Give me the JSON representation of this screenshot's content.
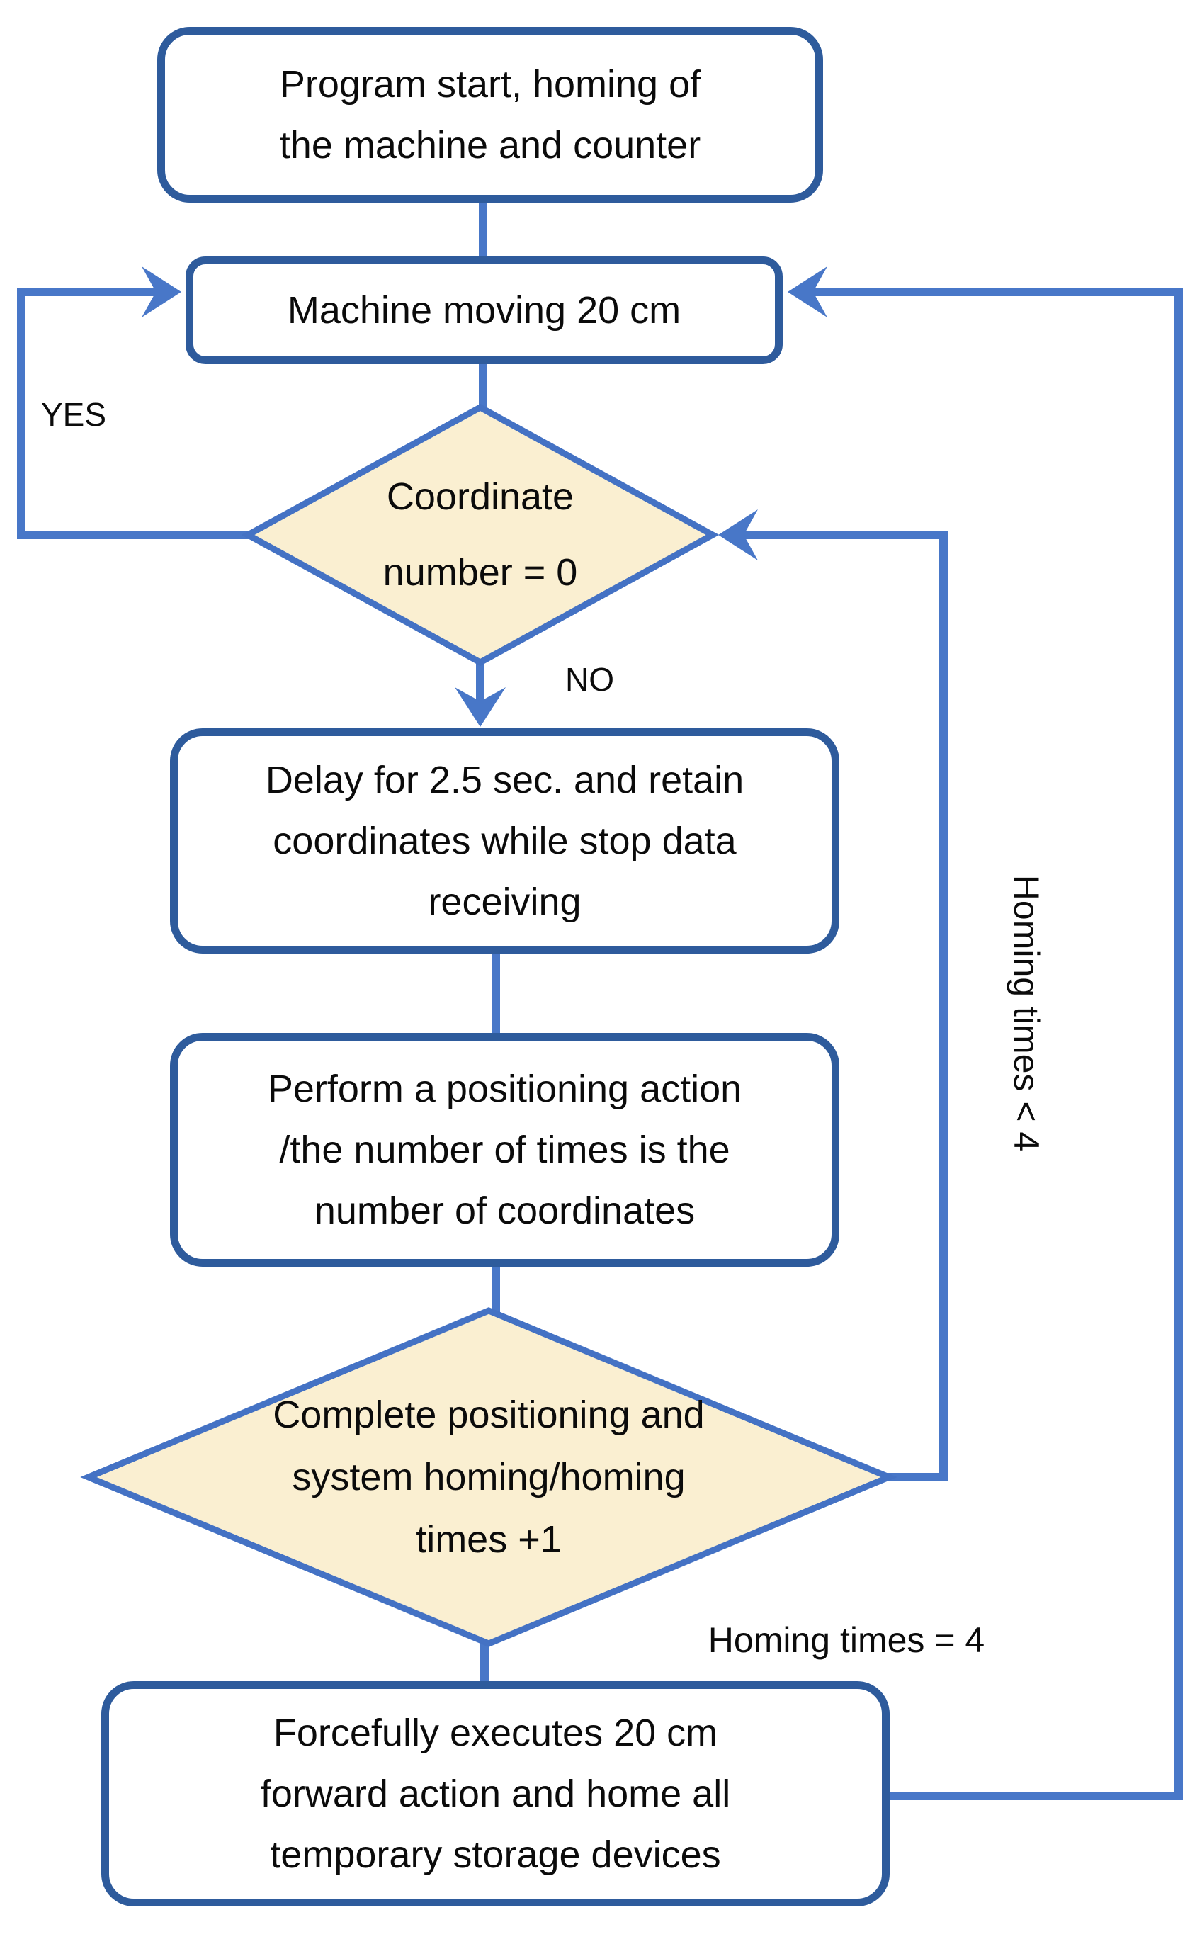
{
  "theme": {
    "background": "#ffffff",
    "line_blue": "#4877C8",
    "box_border_blue": "#2E5B9C",
    "diamond_border_blue": "#4472C4",
    "diamond_fill": "#FAEFD1",
    "text_color": "#0b0b0b"
  },
  "flowchart": {
    "nodes": {
      "start": {
        "type": "process",
        "lines": [
          "Program start, homing of",
          "the machine and counter"
        ]
      },
      "move": {
        "type": "process",
        "lines": [
          "Machine moving 20 cm"
        ]
      },
      "coord_check": {
        "type": "decision",
        "lines": [
          "Coordinate",
          "number = 0"
        ]
      },
      "delay": {
        "type": "process",
        "lines": [
          "Delay for 2.5 sec. and retain",
          "coordinates while stop data",
          "receiving"
        ]
      },
      "positioning": {
        "type": "process",
        "lines": [
          "Perform a positioning action",
          "/the number of times is the",
          "number of coordinates"
        ]
      },
      "complete_check": {
        "type": "decision",
        "lines": [
          "Complete positioning and",
          "system homing/homing",
          "times +1"
        ]
      },
      "force_home": {
        "type": "process",
        "lines": [
          "Forcefully executes 20 cm",
          "forward action and home all",
          "temporary storage devices"
        ]
      }
    },
    "labels": {
      "yes": "YES",
      "no": "NO",
      "homing_lt4": "Homing times < 4",
      "homing_eq4": "Homing times = 4"
    }
  }
}
